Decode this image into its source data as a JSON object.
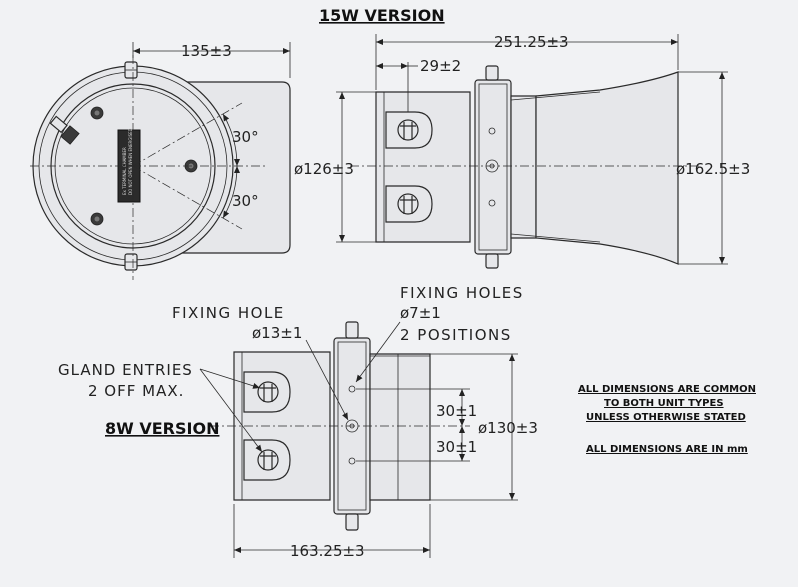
{
  "titles": {
    "version_15w": "15W VERSION",
    "version_8w": "8W VERSION"
  },
  "dimensions": {
    "width_135": "135±3",
    "length_251": "251.25±3",
    "offset_29": "29±2",
    "angle_top": "30°",
    "angle_bottom": "30°",
    "dia_126": "ø126±3",
    "dia_162": "ø162.5±3",
    "hole_13": "ø13±1",
    "holes_7": "ø7±1",
    "spacing_top": "30±1",
    "spacing_bottom": "30±1",
    "dia_130": "ø130±3",
    "length_163": "163.25±3"
  },
  "labels": {
    "fixing_hole": "FIXING HOLE",
    "fixing_holes": "FIXING HOLES",
    "two_positions": "2 POSITIONS",
    "gland_entries": "GLAND ENTRIES",
    "gland_off_max": "2 OFF MAX."
  },
  "notes": {
    "line1": "ALL DIMENSIONS ARE COMMON",
    "line2": "TO BOTH UNIT TYPES",
    "line3": "UNLESS OTHERWISE STATED",
    "line4": "ALL DIMENSIONS ARE IN mm"
  }
}
